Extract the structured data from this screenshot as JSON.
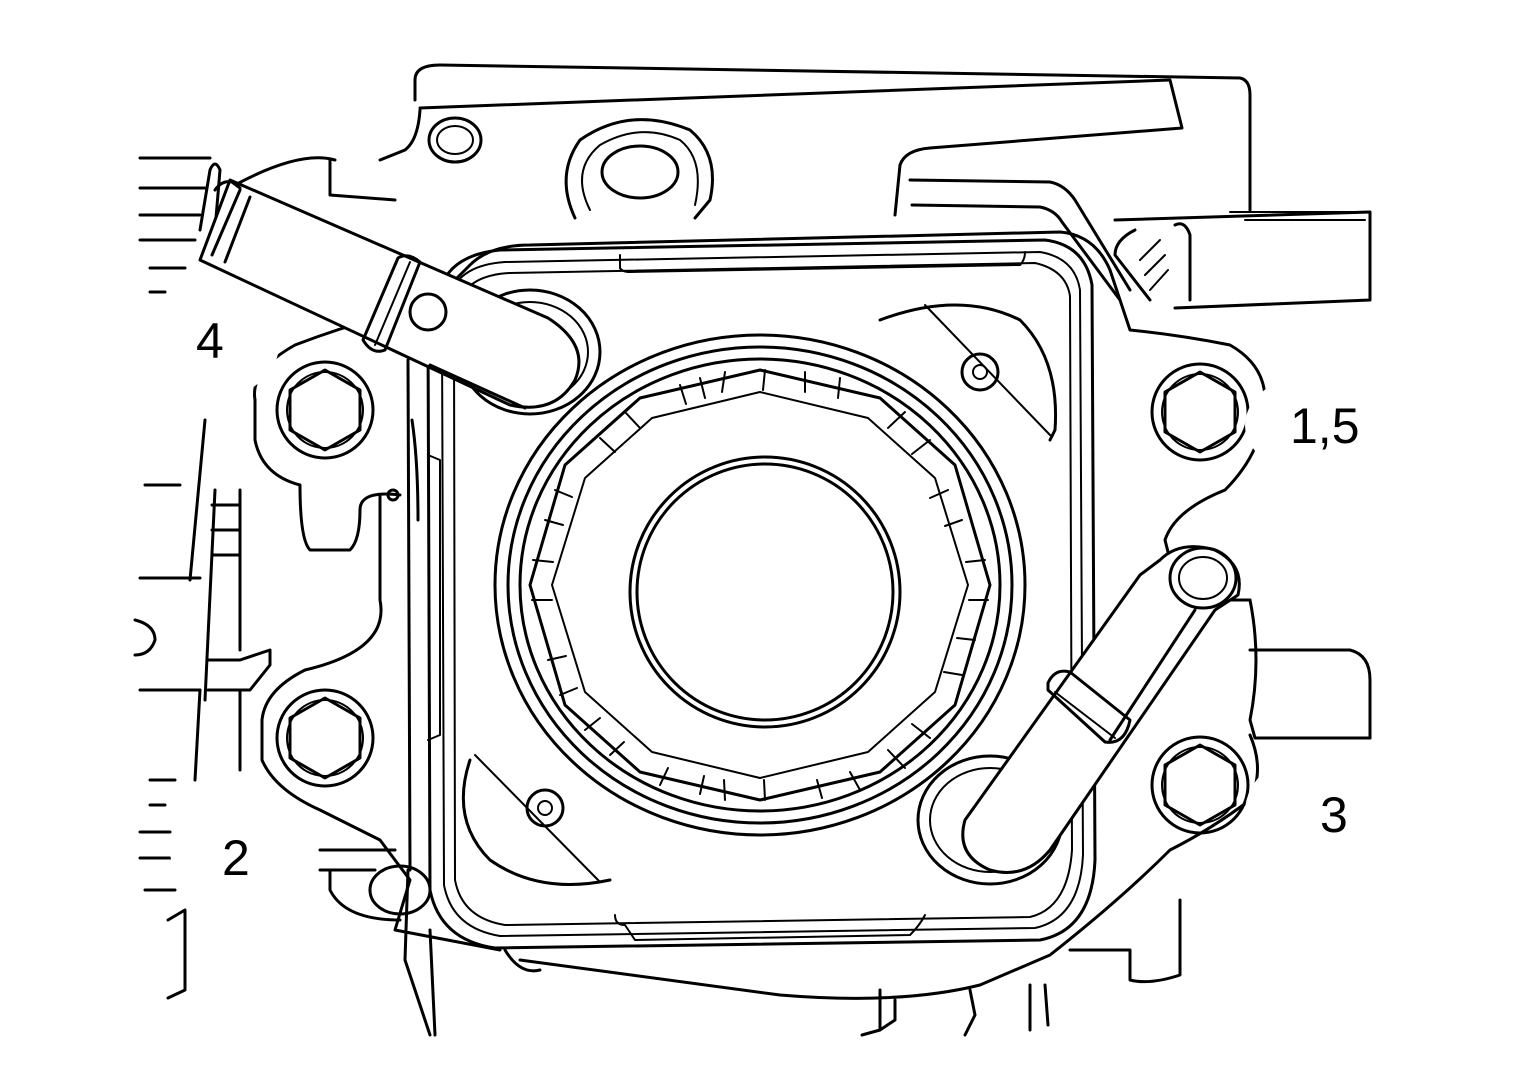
{
  "diagram": {
    "callouts": [
      {
        "id": "callout-4",
        "label": "4"
      },
      {
        "id": "callout-1-5",
        "label": "1,5"
      },
      {
        "id": "callout-3",
        "label": "3"
      },
      {
        "id": "callout-2",
        "label": "2"
      }
    ],
    "colors": {
      "line": "#000000",
      "background": "#ffffff"
    }
  }
}
